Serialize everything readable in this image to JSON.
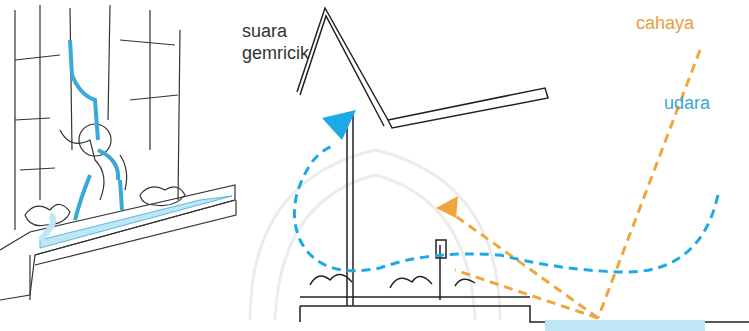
{
  "diagram": {
    "labels": [
      "suara gemricik",
      "cahaya",
      "udara"
    ]
  }
}
